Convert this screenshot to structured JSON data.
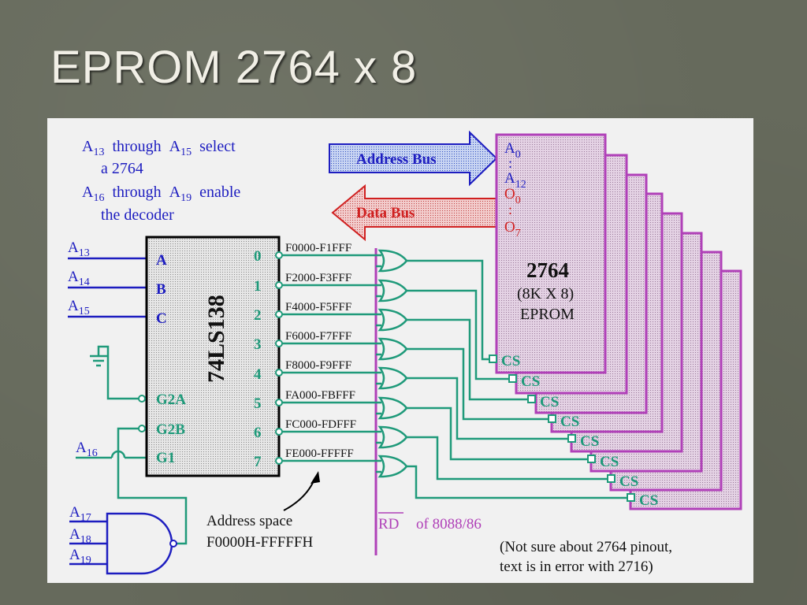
{
  "slide": {
    "title": "EPROM 2764 x 8"
  },
  "notes": {
    "select_line1": [
      "A",
      "13",
      "through",
      "A",
      "15",
      "select"
    ],
    "select_line2": "a 2764",
    "enable_line1": [
      "A",
      "16",
      "through",
      "A",
      "19",
      "enable"
    ],
    "enable_line2": "the decoder"
  },
  "buses": {
    "address": "Address Bus",
    "data": "Data Bus"
  },
  "decoder": {
    "part": "74LS138",
    "inputs": [
      {
        "letter": "A",
        "sub": "13",
        "pin": "A"
      },
      {
        "letter": "A",
        "sub": "14",
        "pin": "B"
      },
      {
        "letter": "A",
        "sub": "15",
        "pin": "C"
      }
    ],
    "enables": [
      "G2A",
      "G2B",
      "G1"
    ],
    "a16": {
      "letter": "A",
      "sub": "16"
    },
    "outputs": [
      "0",
      "1",
      "2",
      "3",
      "4",
      "5",
      "6",
      "7"
    ],
    "ranges": [
      "F0000-F1FFF",
      "F2000-F3FFF",
      "F4000-F5FFF",
      "F6000-F7FFF",
      "F8000-F9FFF",
      "FA000-FBFFF",
      "FC000-FDFFF",
      "FE000-FFFFF"
    ]
  },
  "nand_inputs": [
    {
      "letter": "A",
      "sub": "17"
    },
    {
      "letter": "A",
      "sub": "18"
    },
    {
      "letter": "A",
      "sub": "19"
    }
  ],
  "eprom": {
    "part": "2764",
    "size": "(8K X 8)",
    "kind": "EPROM",
    "pins": {
      "a0": {
        "letter": "A",
        "sub": "0"
      },
      "a12": {
        "letter": "A",
        "sub": "12"
      },
      "o0": {
        "letter": "O",
        "sub": "0"
      },
      "o7": {
        "letter": "O",
        "sub": "7"
      },
      "dots": ":"
    },
    "cs_labels": [
      "CS",
      "CS",
      "CS",
      "CS",
      "CS",
      "CS",
      "CS",
      "CS"
    ]
  },
  "address_space": {
    "line1": "Address space",
    "line2": "F0000H-FFFFFH"
  },
  "rd_signal": {
    "name": "RD",
    "suffix": "of 8088/86"
  },
  "footnote": {
    "line1": "(Not sure about 2764 pinout,",
    "line2": "text is in error with 2716)"
  },
  "colors": {
    "background": "#666a5c",
    "panel": "#f1f1f1",
    "wire": "#1f9a7a",
    "eprom_border": "#b040b8",
    "eprom_fill": "#d8c8d8",
    "label_blue": "#1d1dc0",
    "bus_red": "#d02020"
  }
}
